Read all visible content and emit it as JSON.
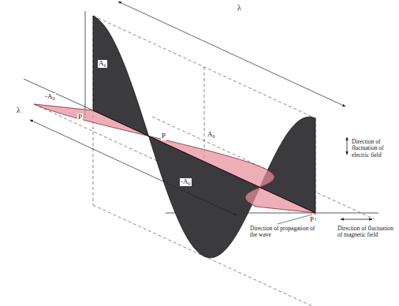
{
  "diagram": {
    "labels": [
      "λ",
      "A₀",
      "-A₀",
      "P",
      "λ",
      "P",
      "A₀",
      "-A₀",
      "P",
      "Direction of fluctuation of electric field",
      "Direction of propagation of the wave",
      "Direction of fluctuation of magnetic field"
    ]
  }
}
